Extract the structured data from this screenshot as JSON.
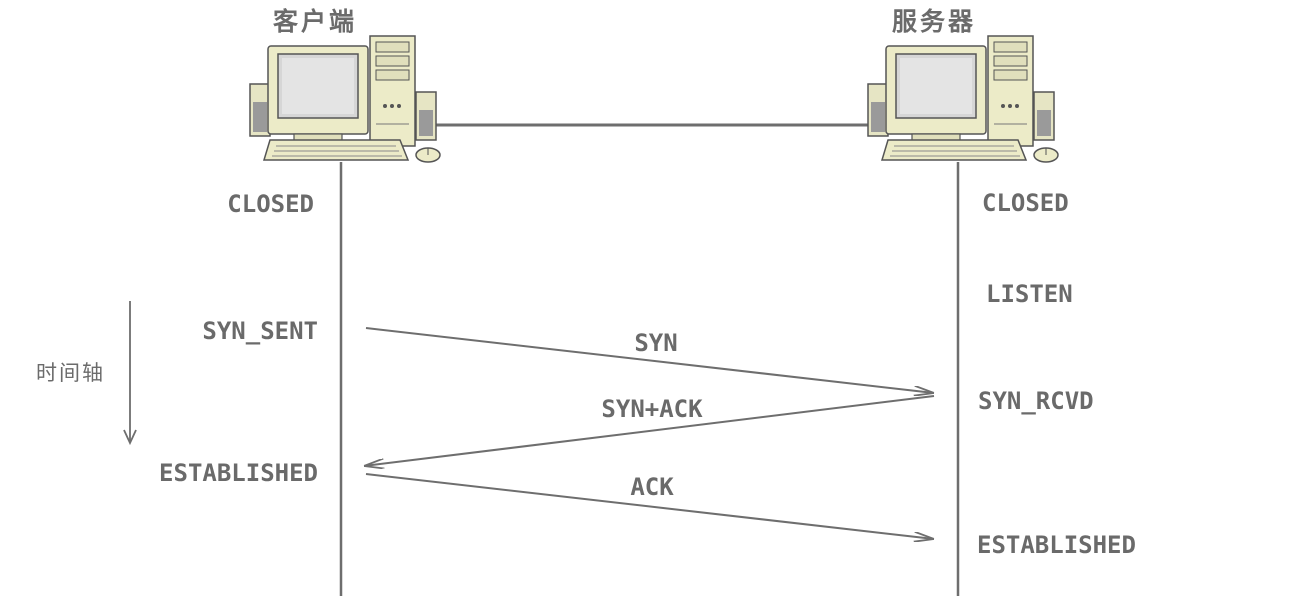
{
  "client": {
    "title": "客户端",
    "states": {
      "closed": "CLOSED",
      "syn_sent": "SYN_SENT",
      "established": "ESTABLISHED"
    }
  },
  "server": {
    "title": "服务器",
    "states": {
      "closed": "CLOSED",
      "listen": "LISTEN",
      "syn_rcvd": "SYN_RCVD",
      "established": "ESTABLISHED"
    }
  },
  "time_axis": "时间轴",
  "messages": {
    "syn": "SYN",
    "syn_ack": "SYN+ACK",
    "ack": "ACK"
  },
  "icons": {
    "client_computer": "desktop-computer-icon",
    "server_computer": "desktop-computer-icon"
  },
  "colors": {
    "line": "#6e6e6e",
    "text": "#6a6a6a",
    "computer_body": "#ecebc8",
    "screen": "#dcdcdc"
  }
}
